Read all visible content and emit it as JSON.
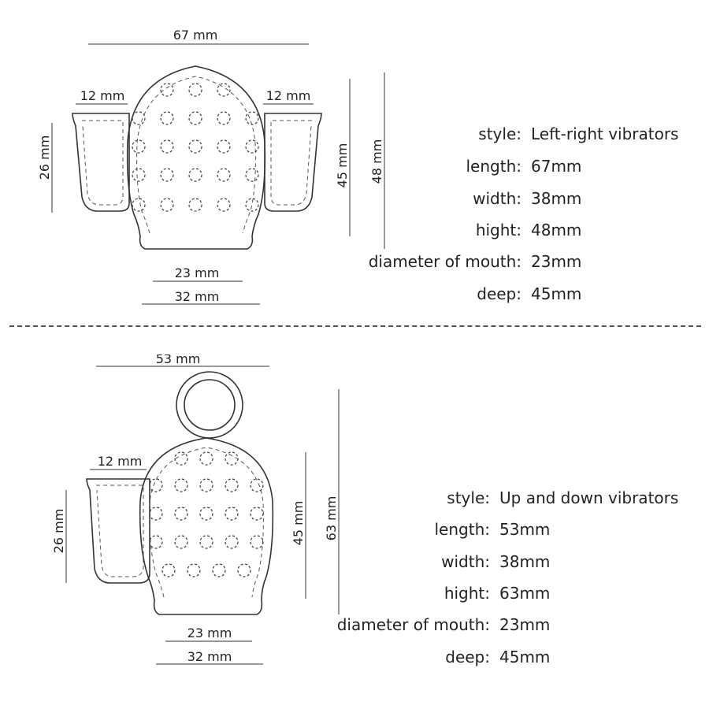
{
  "top": {
    "dims": {
      "length": "67 mm",
      "side_left_width": "12 mm",
      "side_right_width": "12 mm",
      "side_height": "26 mm",
      "deep": "45 mm",
      "hight": "48 mm",
      "mouth": "23 mm",
      "base": "32 mm"
    },
    "specs": [
      {
        "key": "style:",
        "value": "Left-right vibrators"
      },
      {
        "key": "length:",
        "value": "67mm"
      },
      {
        "key": "width:",
        "value": "38mm"
      },
      {
        "key": "hight:",
        "value": "48mm"
      },
      {
        "key": "diameter of mouth:",
        "value": "23mm"
      },
      {
        "key": "deep:",
        "value": "45mm"
      }
    ]
  },
  "bottom": {
    "dims": {
      "length": "53 mm",
      "side_width": "12 mm",
      "side_height": "26 mm",
      "deep": "45 mm",
      "hight": "63 mm",
      "mouth": "23 mm",
      "base": "32 mm"
    },
    "specs": [
      {
        "key": "style:",
        "value": "Up and down vibrators"
      },
      {
        "key": "length:",
        "value": "53mm"
      },
      {
        "key": "width:",
        "value": "38mm"
      },
      {
        "key": "hight:",
        "value": "63mm"
      },
      {
        "key": "diameter of mouth:",
        "value": "23mm"
      },
      {
        "key": "deep:",
        "value": "45mm"
      }
    ]
  }
}
